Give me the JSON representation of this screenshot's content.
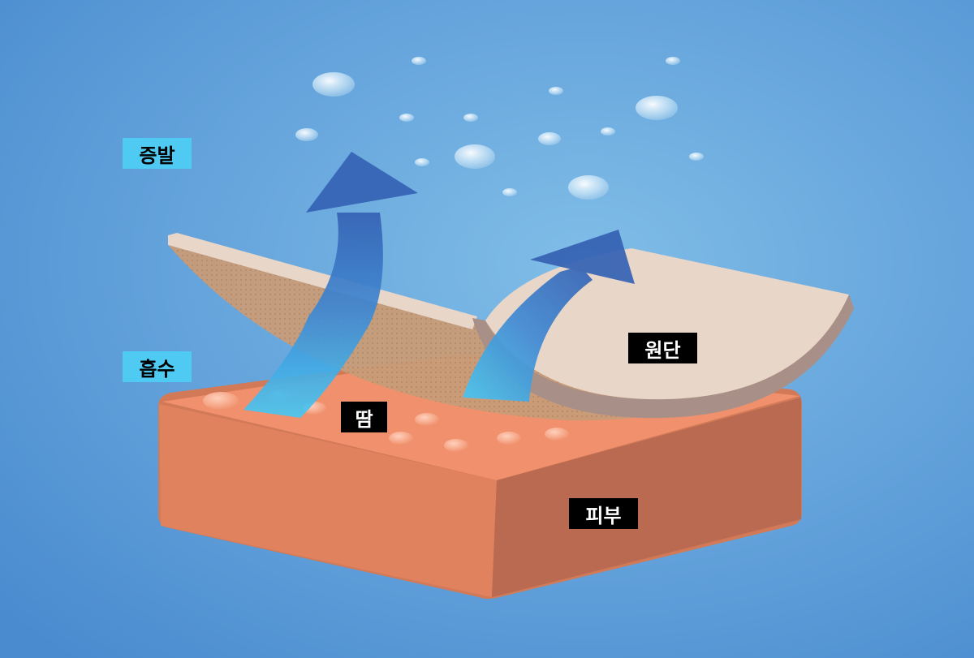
{
  "labels": {
    "evaporation": "증발",
    "absorption": "흡수",
    "sweat": "땀",
    "fabric": "원단",
    "skin": "피부"
  },
  "colors": {
    "background": "#6aaee0",
    "skin_top": "#f0906c",
    "fabric": "#e8d6c8",
    "arrow": "#3a6cbc",
    "label_highlight": "#4fcaf3"
  }
}
